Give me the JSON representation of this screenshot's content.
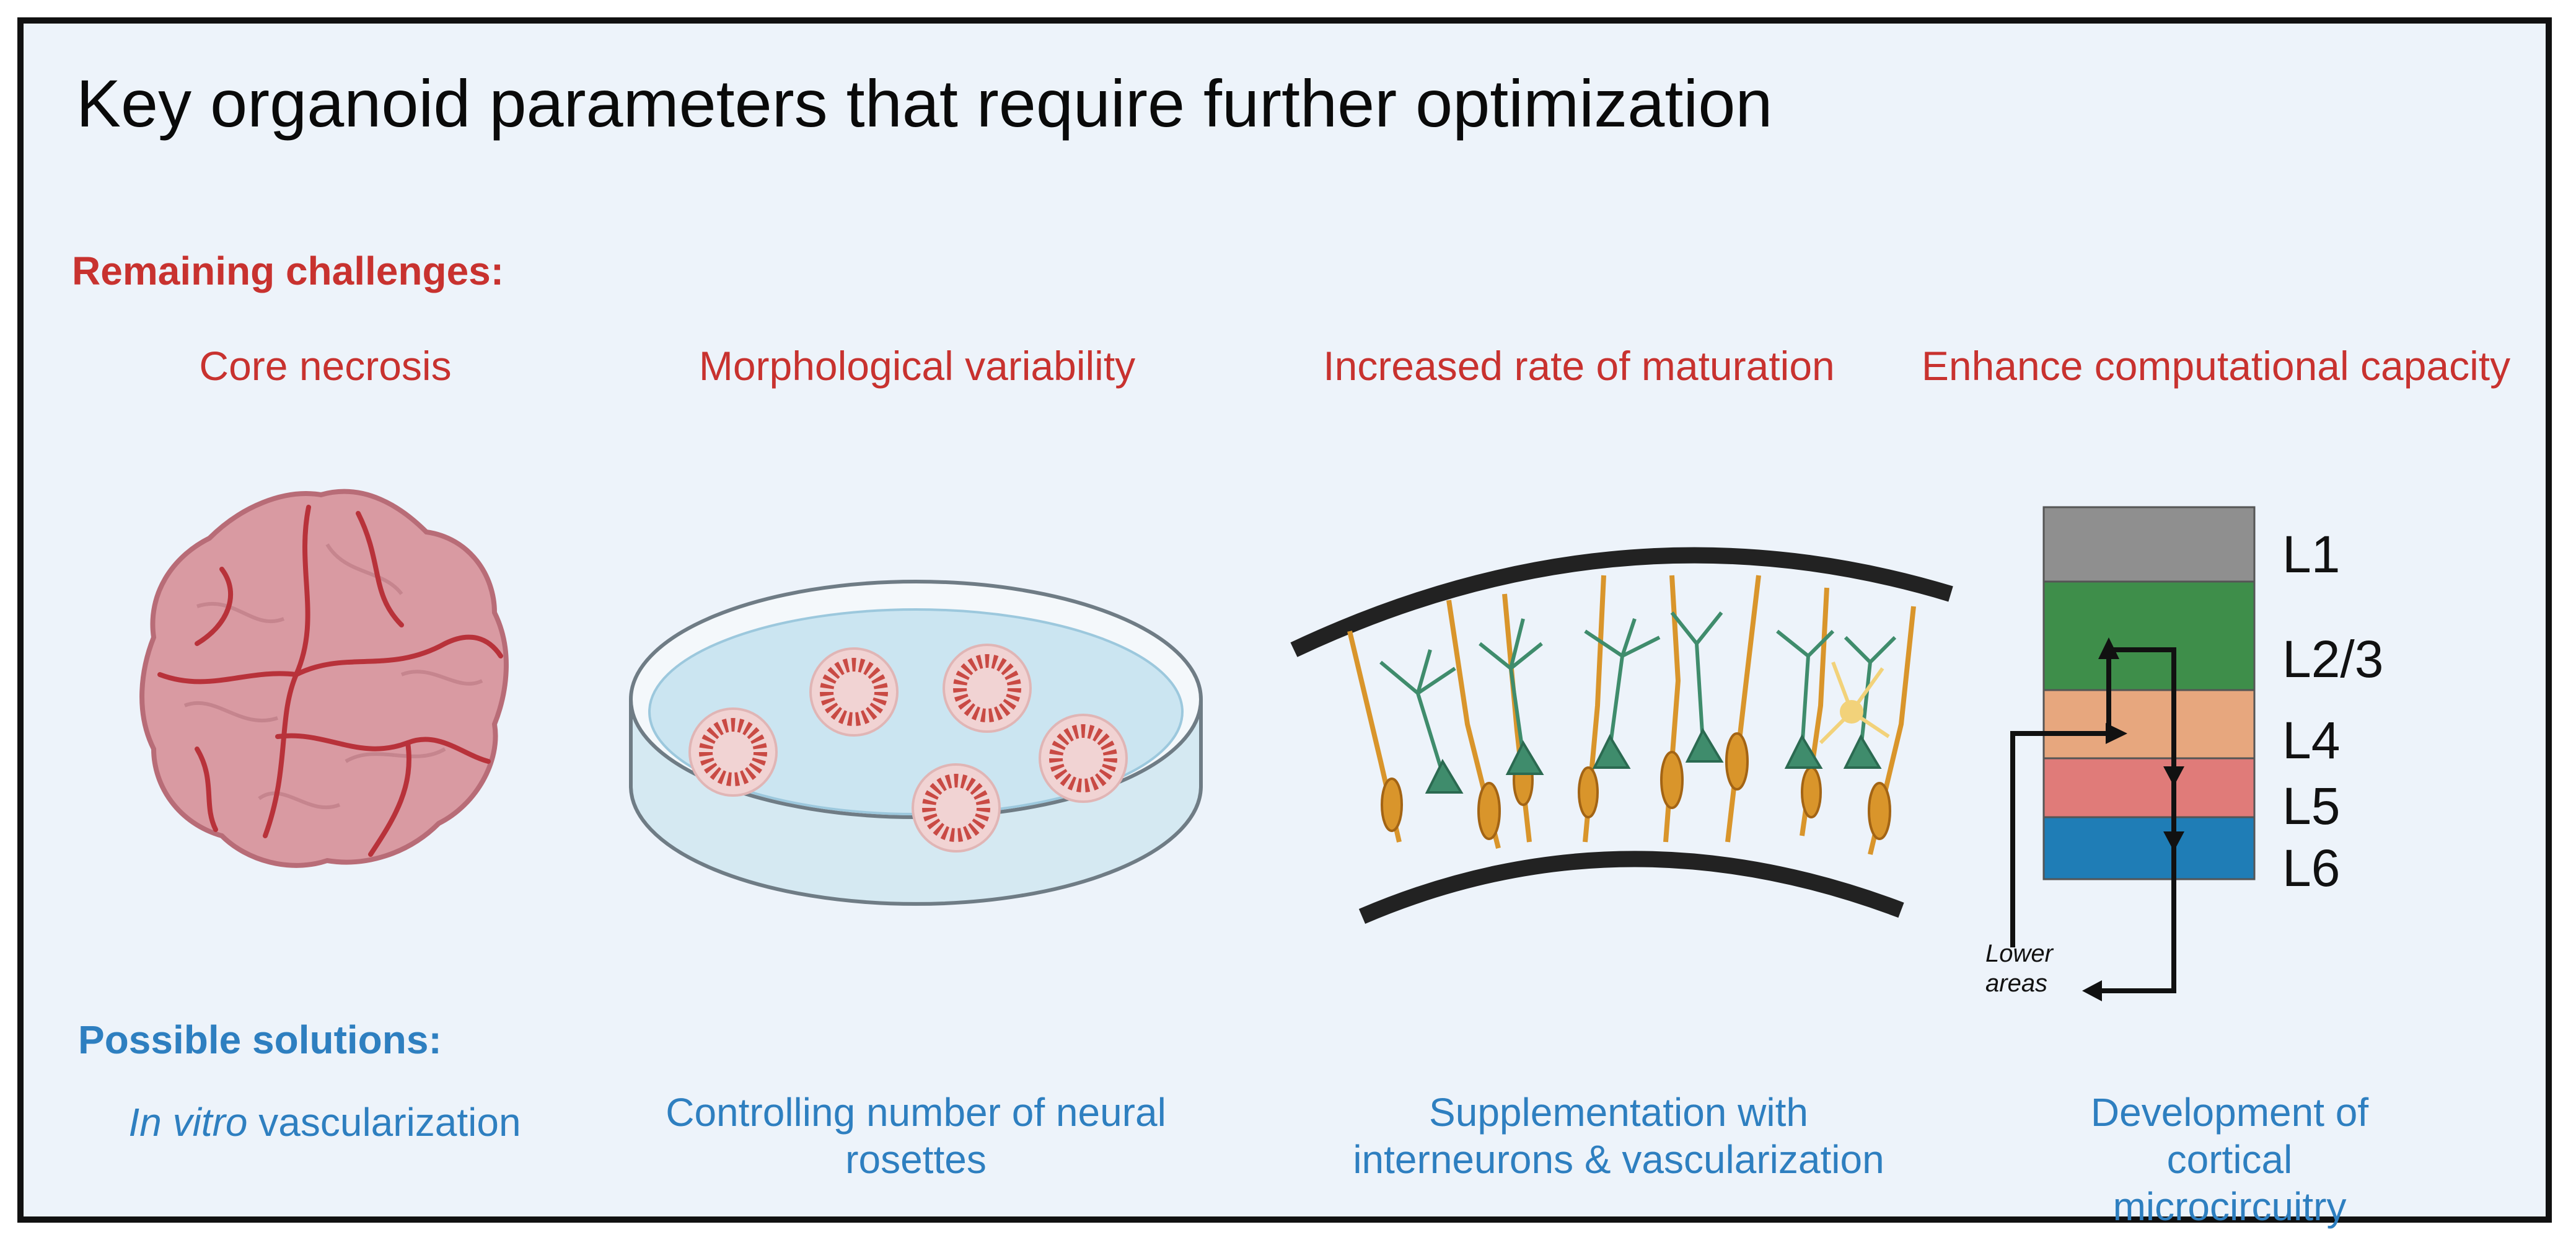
{
  "title": "Key organoid parameters that require further optimization",
  "challenges": {
    "heading": "Remaining challenges:",
    "items": [
      "Core necrosis",
      "Morphological variability",
      "Increased rate of maturation",
      "Enhance computational capacity"
    ]
  },
  "solutions": {
    "heading": "Possible solutions:",
    "item1_italic": "In vitro",
    "item1_rest": " vascularization",
    "item2_line1": "Controlling number of neural",
    "item2_line2": "rosettes",
    "item3_line1": "Supplementation with",
    "item3_line2": "interneurons & vascularization",
    "item4_line1": "Development of cortical",
    "item4_line2": "microcircuitry"
  },
  "cortex_layers": {
    "labels": [
      "L1",
      "L2/3",
      "L4",
      "L5",
      "L6"
    ],
    "colors": [
      "#8f8f8f",
      "#3e8e4a",
      "#e7a77e",
      "#e07b79",
      "#1f7db6"
    ],
    "lower_areas_line1": "Lower",
    "lower_areas_line2": "areas"
  },
  "colors": {
    "challenge_red": "#c8322f",
    "solution_blue": "#2e7fc0",
    "background": "#edf3fa",
    "organoid_pink": "#d99aa2",
    "vessel_red": "#b8323a",
    "neuron_orange": "#d9952b",
    "interneuron_green": "#3f8c6c"
  }
}
